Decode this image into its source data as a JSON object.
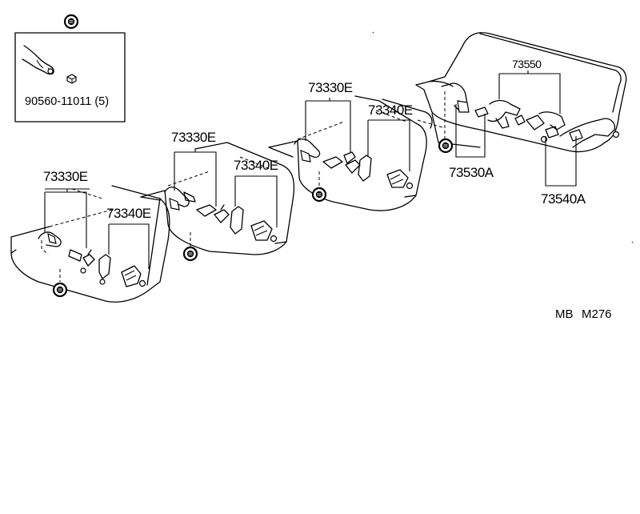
{
  "inset": {
    "part_label": "90560-11011 (5)"
  },
  "callouts": {
    "row1_belt": "73330E",
    "row1_buckle": "73340E",
    "row2_belt": "73330E",
    "row2_buckle": "73340E",
    "row3_belt": "73330E",
    "row3_buckle": "73340E",
    "rear_buckle_top": "73550",
    "rear_belt_left": "73530A",
    "rear_belt_right": "73540A"
  },
  "diagram_code": {
    "prefix": "MB",
    "number": "M276"
  },
  "icons": {
    "bolt_marker": "circled-bolt-icon"
  }
}
